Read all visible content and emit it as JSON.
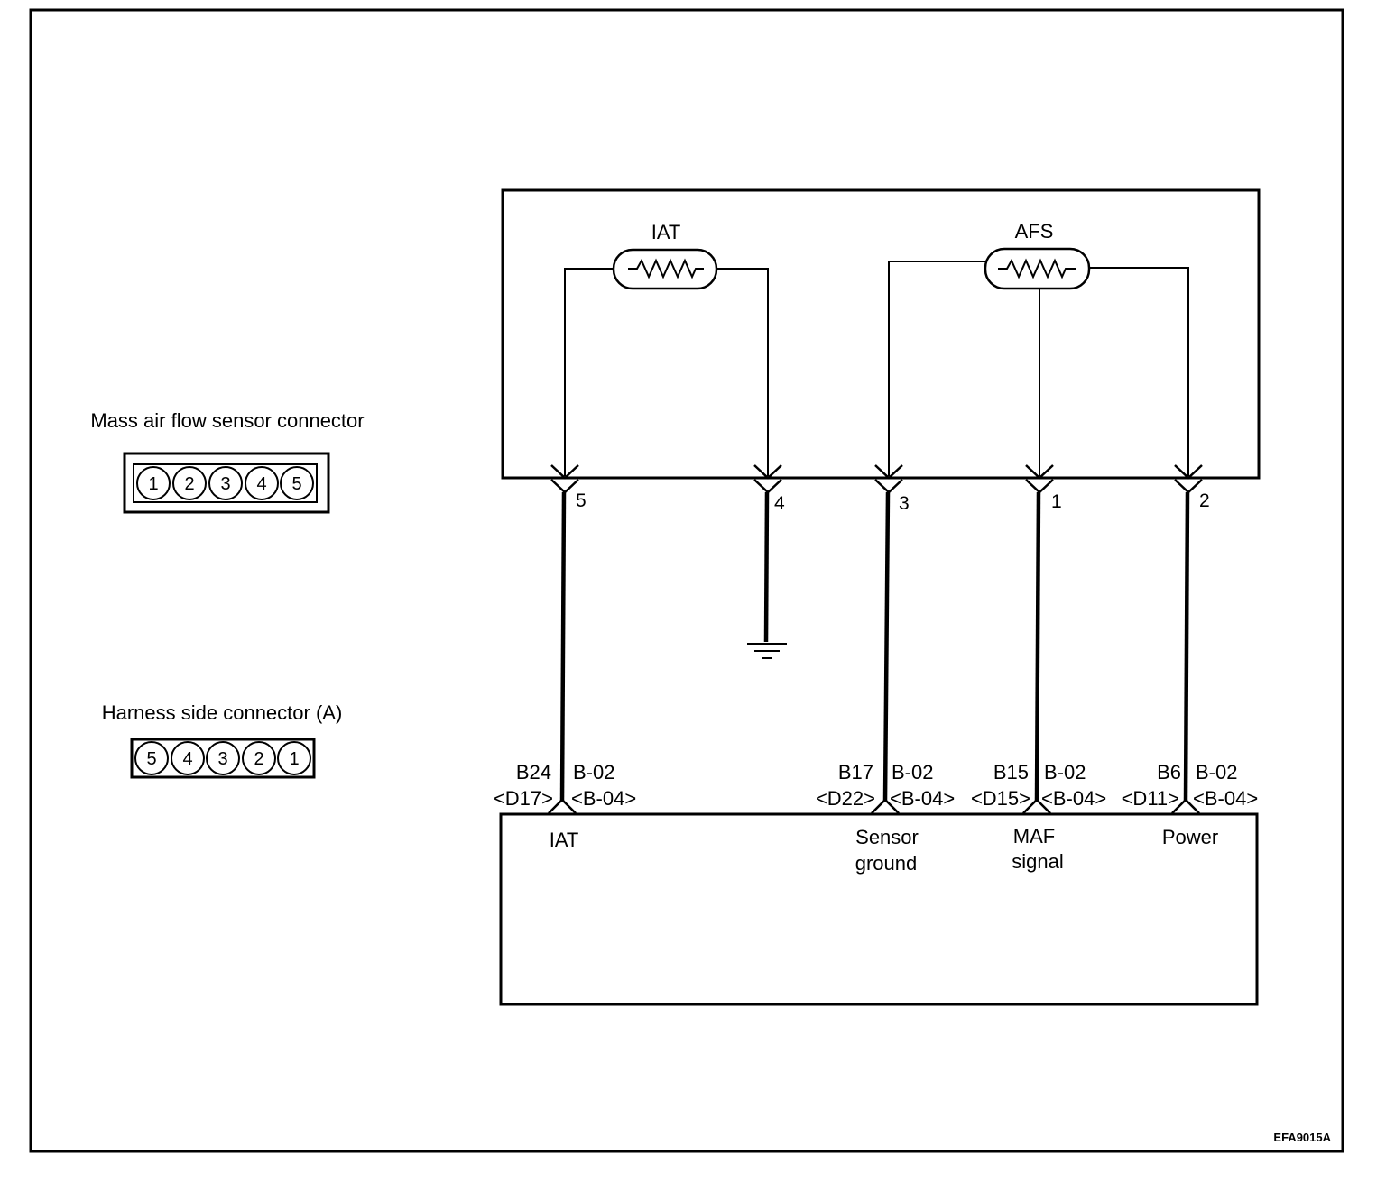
{
  "sensor_connector": {
    "title": "Mass air flow sensor connector",
    "pins": [
      "1",
      "2",
      "3",
      "4",
      "5"
    ]
  },
  "harness_connector": {
    "title": "Harness side connector (A)",
    "pins": [
      "5",
      "4",
      "3",
      "2",
      "1"
    ]
  },
  "sensor_block": {
    "iat_label": "IAT",
    "afs_label": "AFS"
  },
  "pins": {
    "p5": "5",
    "p4": "4",
    "p3": "3",
    "p1": "1",
    "p2": "2"
  },
  "ecm_terminals": {
    "iat": {
      "pin": "B24",
      "conn": "B-02",
      "joint": "<D17>",
      "joint_conn": "<B-04>",
      "name": "IAT"
    },
    "ground": {
      "pin": "B17",
      "conn": "B-02",
      "joint": "<D22>",
      "joint_conn": "<B-04>",
      "name_line1": "Sensor",
      "name_line2": "ground"
    },
    "maf": {
      "pin": "B15",
      "conn": "B-02",
      "joint": "<D15>",
      "joint_conn": "<B-04>",
      "name_line1": "MAF",
      "name_line2": "signal"
    },
    "power": {
      "pin": "B6",
      "conn": "B-02",
      "joint": "<D11>",
      "joint_conn": "<B-04>",
      "name": "Power"
    }
  },
  "figure_code": "EFA9015A"
}
